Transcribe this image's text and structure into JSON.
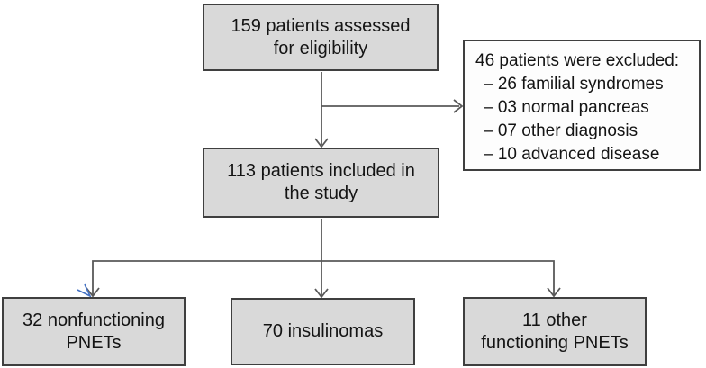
{
  "diagram": {
    "type": "flowchart",
    "nodes": {
      "assessed": {
        "label": "159 patients  assessed for eligibility"
      },
      "excluded": {
        "title": "46 patients were excluded:",
        "items": [
          "– 26 familial syndromes",
          "– 03 normal pancreas",
          "– 07 other diagnosis",
          "– 10 advanced disease"
        ]
      },
      "included": {
        "label": "113 patients included in the study"
      },
      "nonfunctioning": {
        "label": "32 nonfunctioning PNETs"
      },
      "insulinomas": {
        "label": "70 insulinomas"
      },
      "other_functioning": {
        "label": "11 other functioning PNETs"
      }
    },
    "edges": [
      "assessed -> included",
      "assessed -> excluded",
      "included -> nonfunctioning",
      "included -> insulinomas",
      "included -> other_functioning"
    ],
    "colors": {
      "node_fill": "#d9d9d9",
      "node_border": "#3f3f3f",
      "excluded_fill": "#fdfdfd",
      "connector": "#595959",
      "stray_arrow_blue": "#4472c4",
      "text": "#141414"
    }
  }
}
